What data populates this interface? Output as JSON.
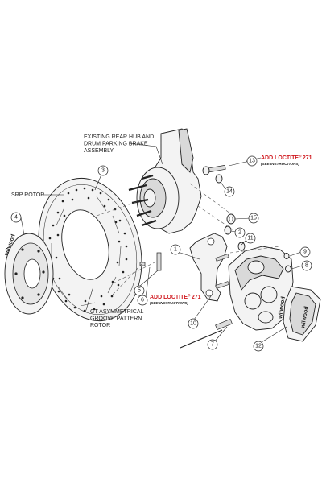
{
  "labels": {
    "hub_line1": "EXISTING REAR HUB AND",
    "hub_line2": "DRUM PARKING BRAKE",
    "hub_line3": "ASSEMBLY",
    "srp_rotor": "SRP ROTOR",
    "gt_line1": "GT ASYMMETRICAL",
    "gt_line2": "GROOVE PATTERN",
    "gt_line3": "ROTOR"
  },
  "loctite": {
    "text": "ADD LOCTITE",
    "mark": "®",
    "number": "271",
    "note": "(SEE INSTRUCTIONS)"
  },
  "hat_brand": "wilwood",
  "caliper_brand": "wilwood",
  "pad_brand": "wilwood",
  "callouts": [
    "1",
    "2",
    "3",
    "4",
    "5",
    "6",
    "7",
    "8",
    "9",
    "10",
    "11",
    "12",
    "13",
    "14",
    "15"
  ]
}
